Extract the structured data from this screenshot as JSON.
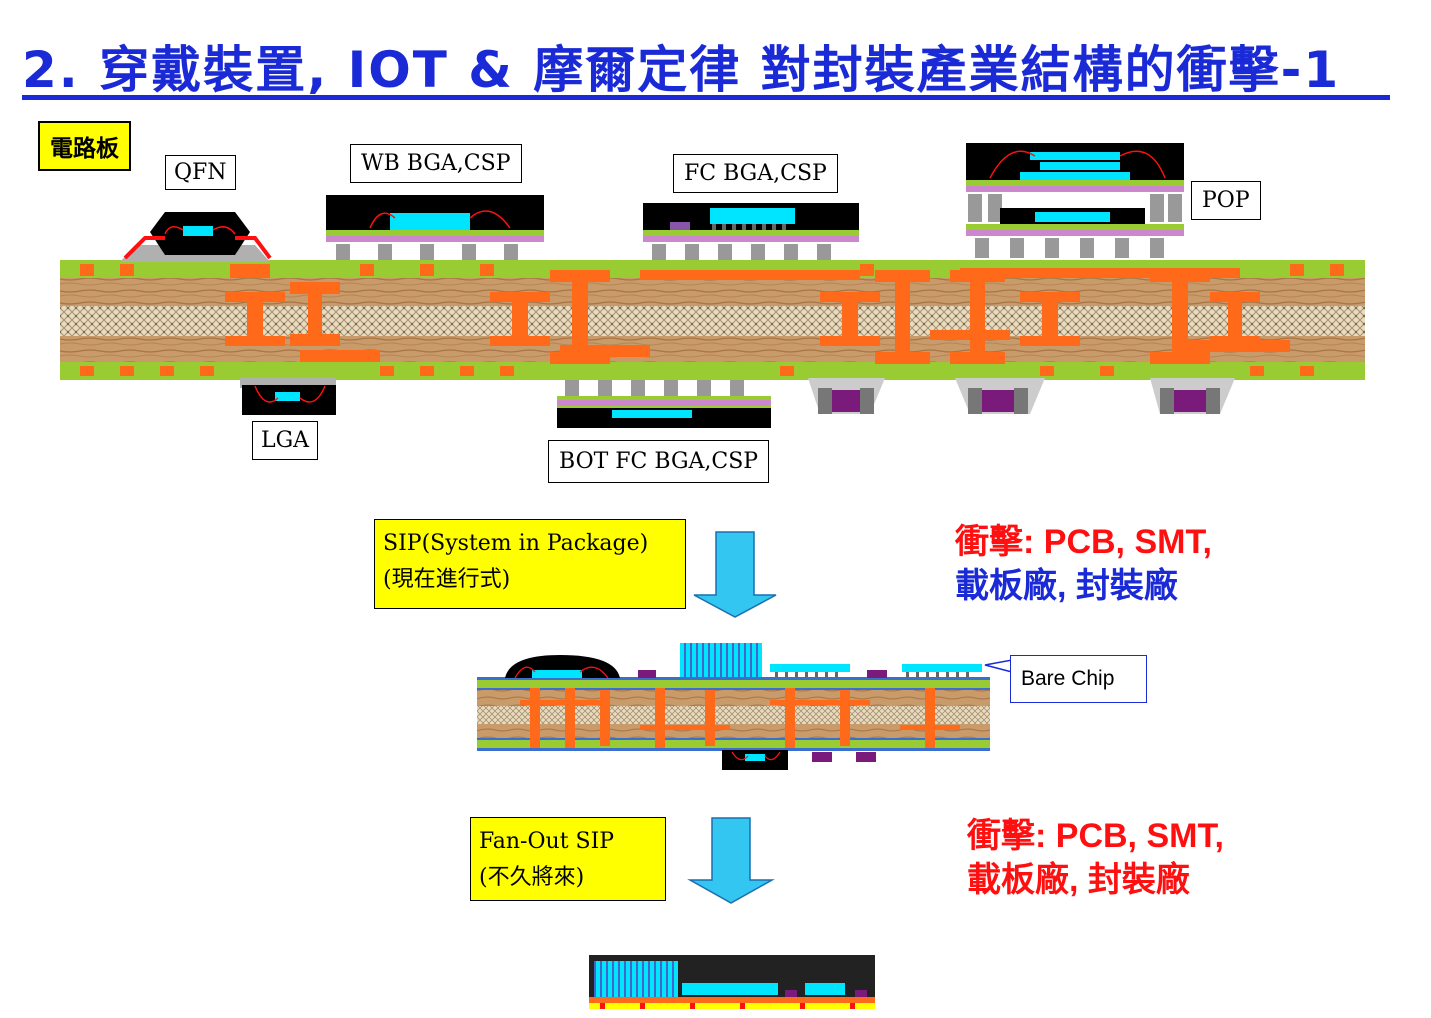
{
  "title": "2. 穿戴裝置, IOT & 摩爾定律 對封裝產業結構的衝擊-1",
  "labels": {
    "board": "電路板",
    "qfn": "QFN",
    "wb_bga": "WB BGA,CSP",
    "fc_bga": "FC BGA,CSP",
    "pop": "POP",
    "lga": "LGA",
    "bot_fc": "BOT FC BGA,CSP",
    "bare_chip": "Bare Chip"
  },
  "sip_box": {
    "line1": "SIP(System in Package)",
    "line2": "(現在進行式)"
  },
  "fanout_box": {
    "line1": "Fan-Out SIP",
    "line2": "(不久將來)"
  },
  "impact1": {
    "line1_red": "衝擊: PCB, SMT,",
    "line2_blue": "載板廠, 封裝廠"
  },
  "impact2": {
    "line1_red": "衝擊: PCB, SMT,",
    "line2_red": "載板廠, 封裝廠"
  },
  "colors": {
    "title_blue": "#1a2ad6",
    "highlight_yellow": "#ffff00",
    "impact_red": "#ff1010",
    "pcb_green": "#99cc33",
    "copper_orange": "#ff6a1a",
    "chip_cyan": "#00e5ff",
    "arrow_cyan": "#33c6f0",
    "mold_black": "#000000",
    "passive_purple": "#7a1a7a"
  }
}
